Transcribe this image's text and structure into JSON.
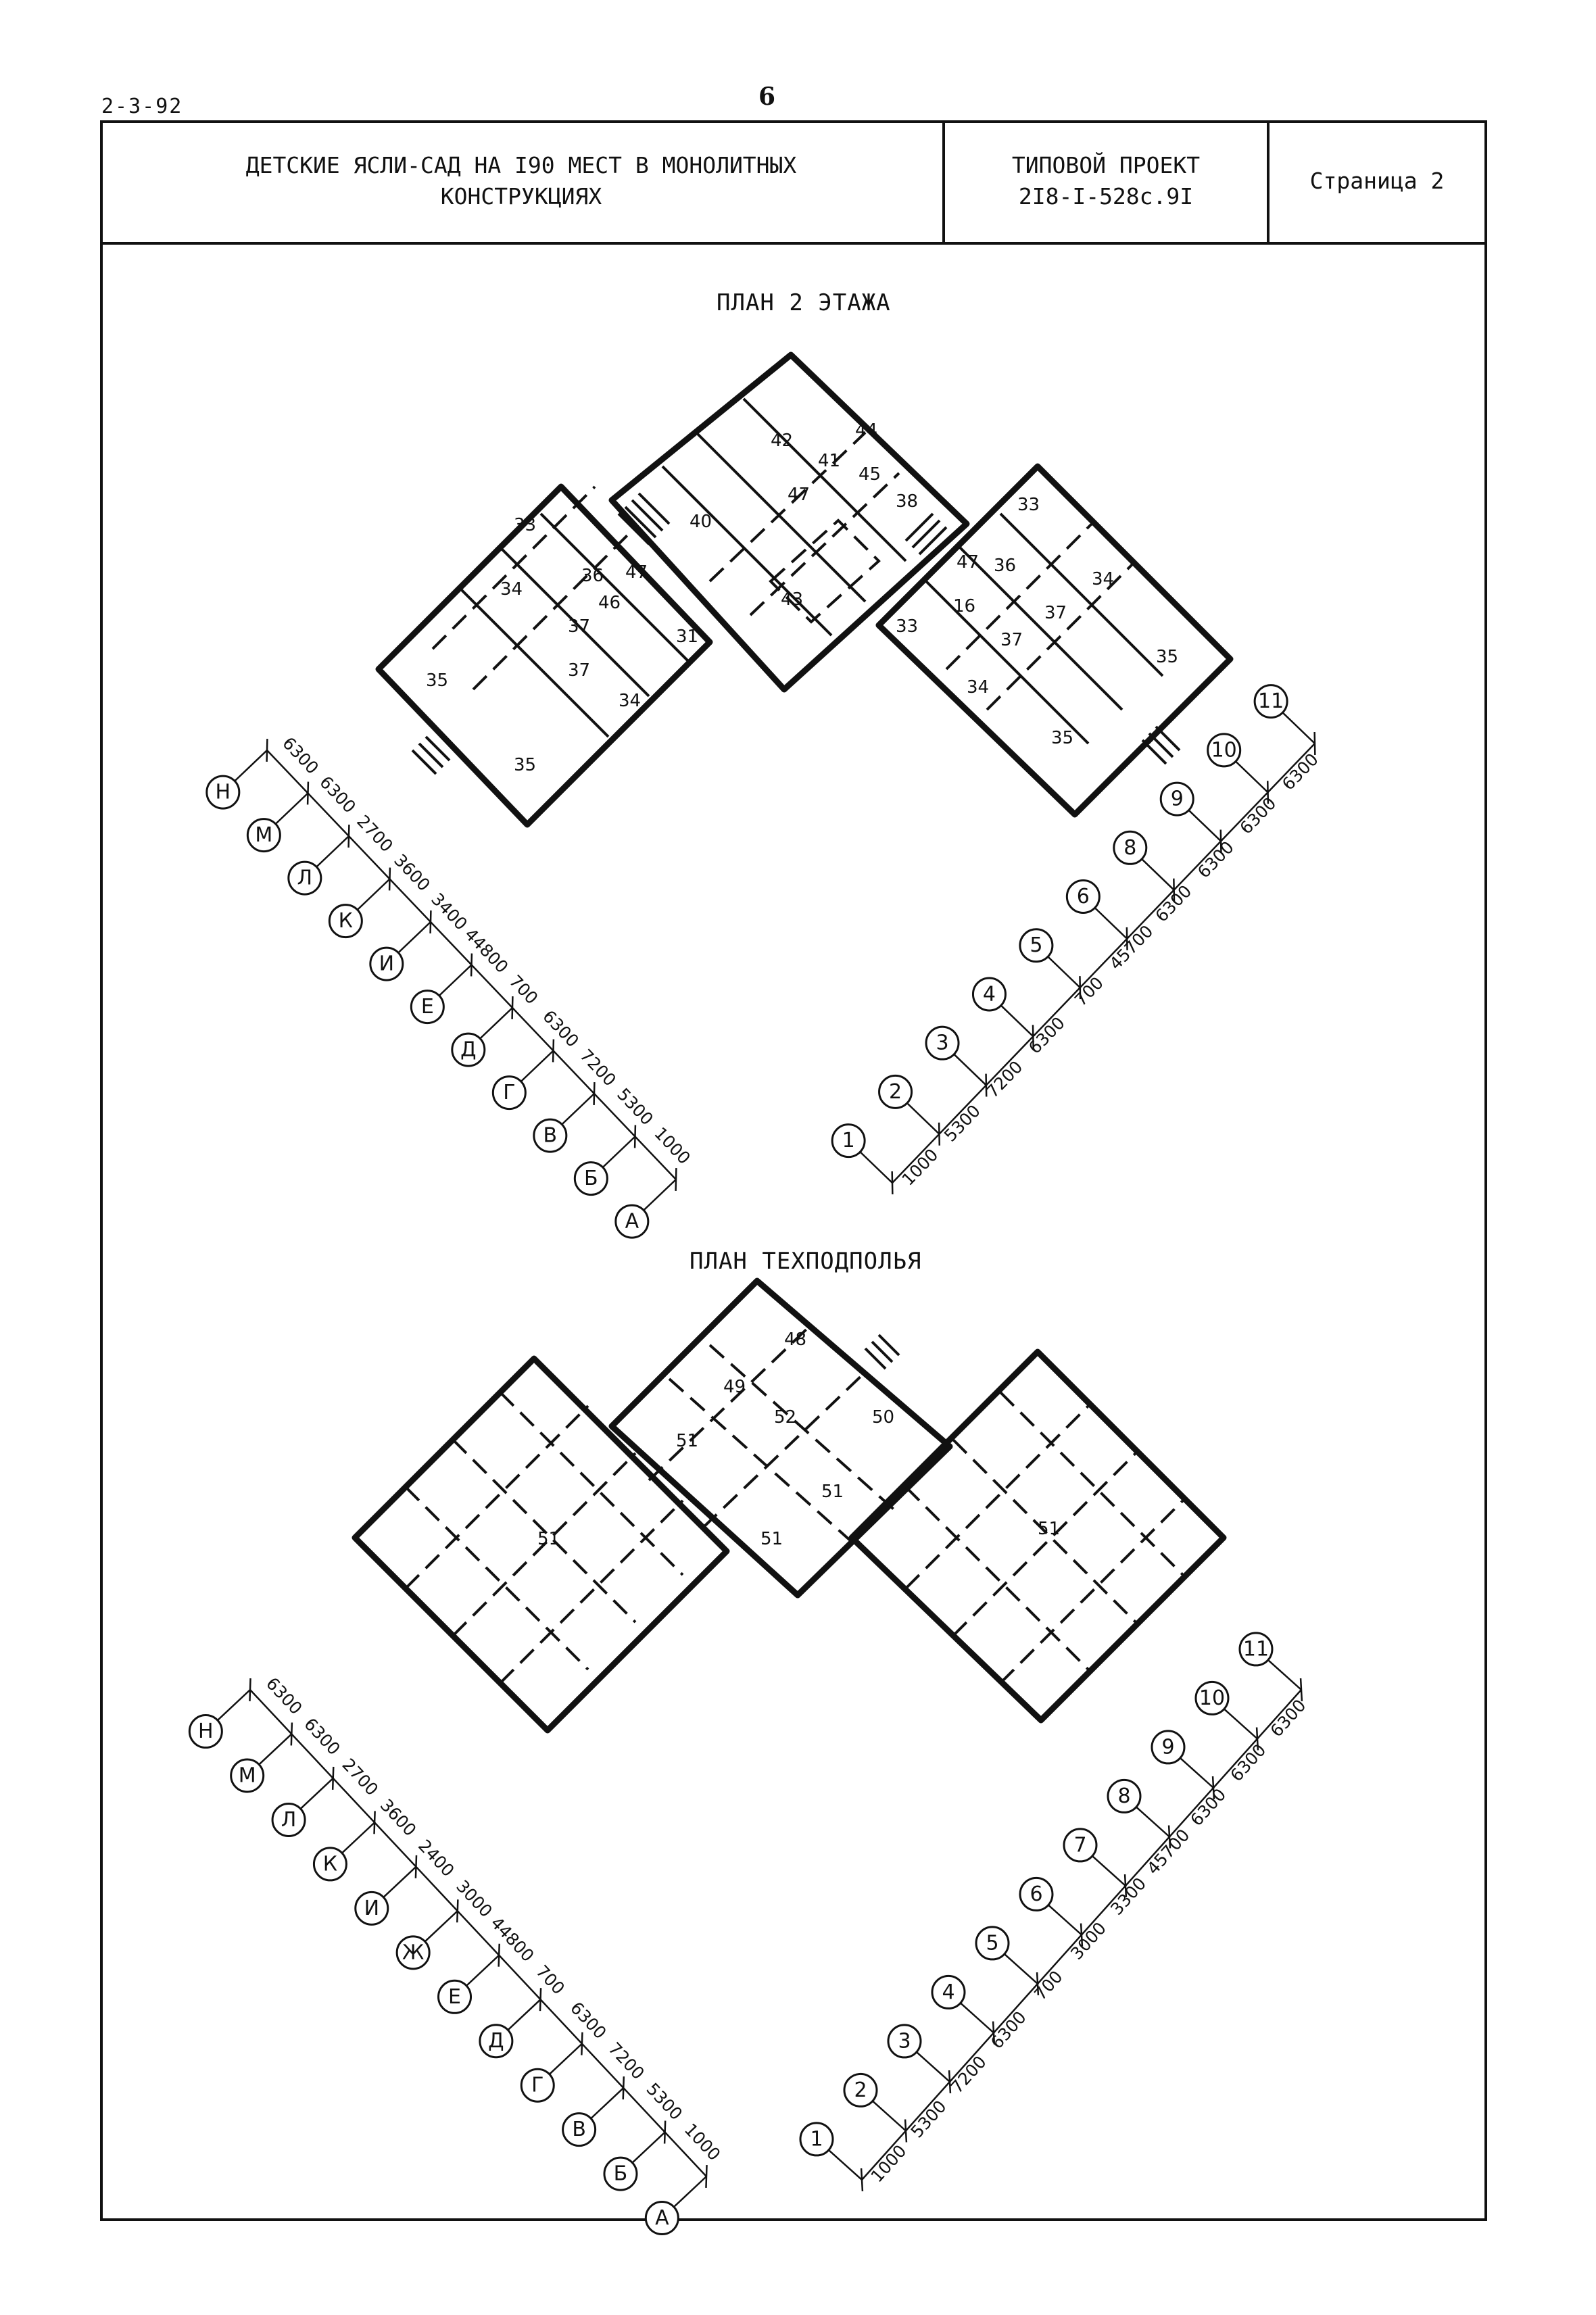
{
  "sheet": {
    "code": "2-3-92",
    "page_number": "6",
    "title": "ДЕТСКИЕ ЯСЛИ-САД НА I90 МЕСТ В МОНОЛИТНЫХ КОНСТРУКЦИЯХ",
    "project_label": "ТИПОВОЙ ПРОЕКТ",
    "project_code": "2I8-I-528с.9I",
    "page_label": "Страница 2"
  },
  "plans": [
    {
      "heading": "ПЛАН 2 ЭТАЖА",
      "rooms": [
        "42",
        "41",
        "44",
        "45",
        "47",
        "40",
        "38",
        "33",
        "34",
        "36",
        "46",
        "47",
        "37",
        "31",
        "43",
        "37",
        "35",
        "34",
        "35",
        "33",
        "47",
        "36",
        "16",
        "37",
        "34",
        "37",
        "33",
        "35",
        "34",
        "35"
      ],
      "left_axes": [
        "Н",
        "М",
        "Л",
        "К",
        "И",
        "Е",
        "Д",
        "Г",
        "В",
        "Б",
        "А"
      ],
      "left_dims": [
        "6300",
        "6300",
        "2700",
        "3600",
        "3400",
        "44800",
        "700",
        "6300",
        "7200",
        "5300",
        "1000"
      ],
      "right_axes": [
        "1",
        "2",
        "3",
        "4",
        "5",
        "6",
        "8",
        "9",
        "10",
        "11"
      ],
      "right_dims": [
        "1000",
        "5300",
        "7200",
        "6300",
        "700",
        "45700",
        "6300",
        "6300",
        "6300",
        "6300"
      ]
    },
    {
      "heading": "ПЛАН ТЕХПОДПОЛЬЯ",
      "rooms": [
        "48",
        "49",
        "52",
        "50",
        "51",
        "51",
        "51",
        "51",
        "51"
      ],
      "left_axes": [
        "Н",
        "М",
        "Л",
        "К",
        "И",
        "Ж",
        "Е",
        "Д",
        "Г",
        "В",
        "Б",
        "А"
      ],
      "left_dims": [
        "6300",
        "6300",
        "2700",
        "3600",
        "2400",
        "3000",
        "44800",
        "700",
        "6300",
        "7200",
        "5300",
        "1000"
      ],
      "right_axes": [
        "1",
        "2",
        "3",
        "4",
        "5",
        "6",
        "7",
        "8",
        "9",
        "10",
        "11"
      ],
      "right_dims": [
        "1000",
        "5300",
        "7200",
        "6300",
        "700",
        "3000",
        "3300",
        "45700",
        "6300",
        "6300",
        "6300"
      ]
    }
  ]
}
